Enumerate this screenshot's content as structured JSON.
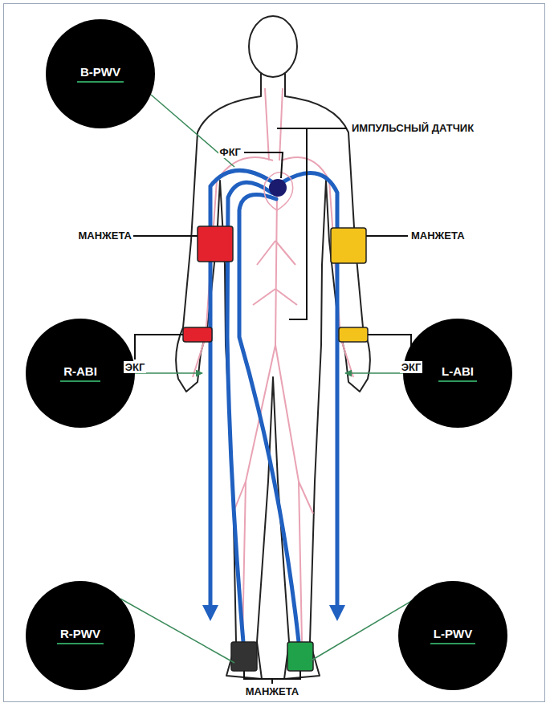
{
  "diagram": {
    "nodes": [
      {
        "text": [
          "B-PWV"
        ]
      },
      {
        "text": [
          "R-ABI"
        ]
      },
      {
        "text": [
          "L-ABI"
        ]
      },
      {
        "text": [
          "R-PWV"
        ]
      },
      {
        "text": [
          "L-PWV"
        ]
      }
    ],
    "labels": [
      "ИМПУЛЬСНЫЙ ДАТЧИК",
      "ФКГ",
      "МАНЖЕТА",
      "МАНЖЕТА",
      "ЭКГ",
      "ЭКГ",
      "МАНЖЕТА"
    ]
  }
}
